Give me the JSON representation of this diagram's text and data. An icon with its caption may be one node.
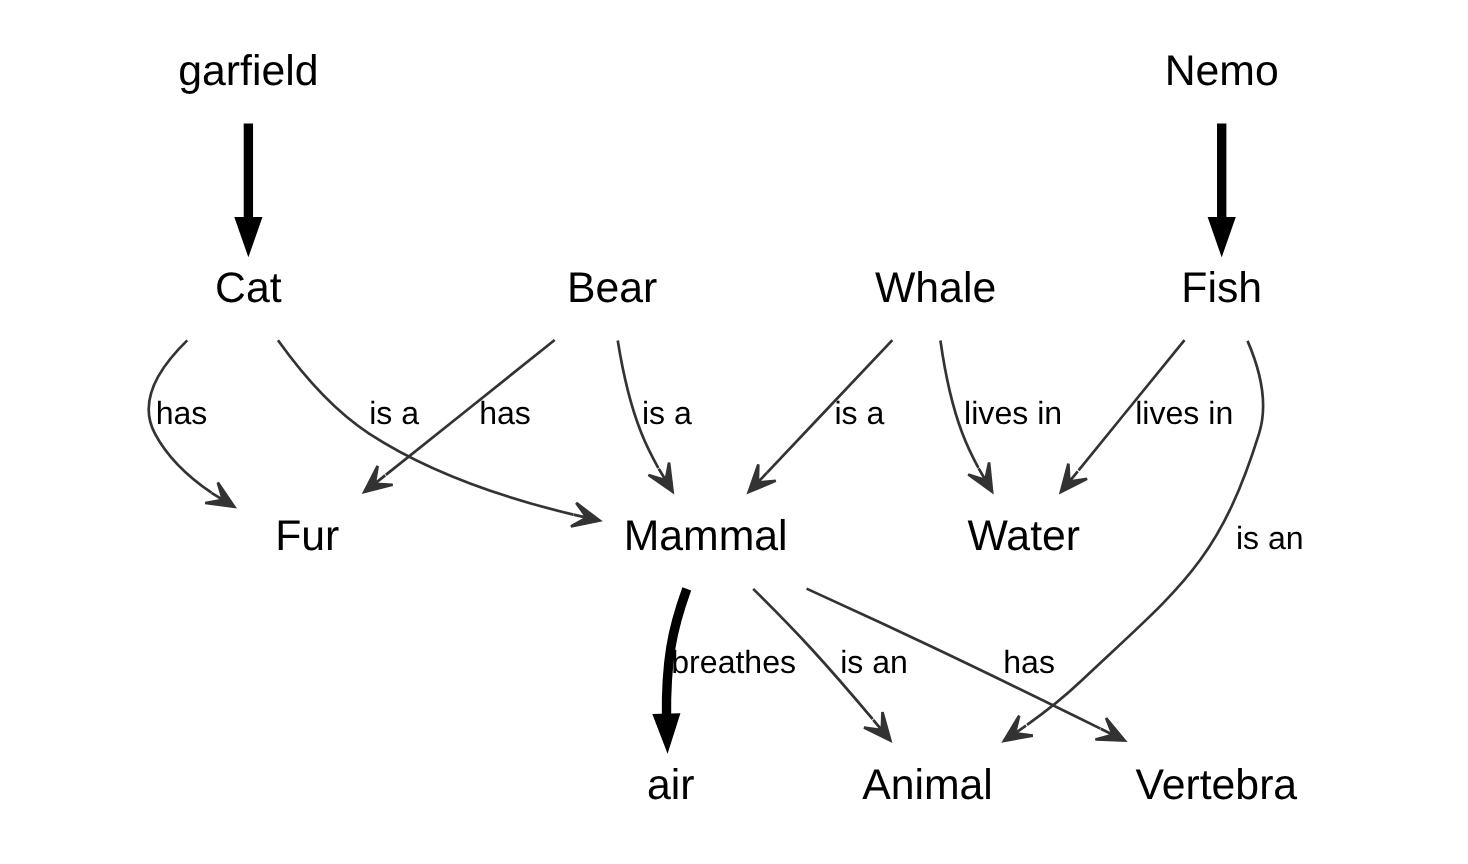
{
  "diagram": {
    "nodes": [
      {
        "text": [
          "Vertebra"
        ]
      },
      {
        "text": [
          "Cat"
        ]
      },
      {
        "text": [
          "Fur"
        ]
      },
      {
        "text": [
          "garfield"
        ]
      },
      {
        "text": [
          "Animal"
        ]
      },
      {
        "text": [
          "Mammal"
        ]
      },
      {
        "text": [
          "Bear"
        ]
      },
      {
        "text": [
          "air"
        ]
      },
      {
        "text": [
          "Whale"
        ]
      },
      {
        "text": [
          "Nemo"
        ]
      },
      {
        "text": [
          "Fish"
        ]
      },
      {
        "text": [
          "Water"
        ]
      }
    ],
    "edges": [
      {
        "from": 1,
        "to": 2,
        "arrow": "to",
        "label": "has"
      },
      {
        "from": 3,
        "to": 1,
        "arrow": "to",
        "style": "thick"
      },
      {
        "from": 5,
        "to": 0,
        "arrow": "to",
        "label": "has"
      },
      {
        "from": 1,
        "to": 5,
        "arrow": "to",
        "label": "is a"
      },
      {
        "from": 6,
        "to": 2,
        "arrow": "to",
        "label": "has"
      },
      {
        "from": 6,
        "to": 5,
        "arrow": "to",
        "label": "is a"
      },
      {
        "from": 5,
        "to": 4,
        "arrow": "to",
        "label": "is an"
      },
      {
        "from": 5,
        "to": 7,
        "arrow": "to",
        "label": "breathes",
        "style": "thick"
      },
      {
        "from": 8,
        "to": 5,
        "arrow": "to",
        "label": "is a"
      },
      {
        "from": 10,
        "to": 4,
        "arrow": "to",
        "label": "is an"
      },
      {
        "from": 8,
        "to": 11,
        "arrow": "to",
        "label": "lives in"
      },
      {
        "from": 9,
        "to": 10,
        "arrow": "to",
        "style": "thick"
      },
      {
        "from": 10,
        "to": 11,
        "arrow": "to",
        "label": "lives in"
      }
    ]
  }
}
